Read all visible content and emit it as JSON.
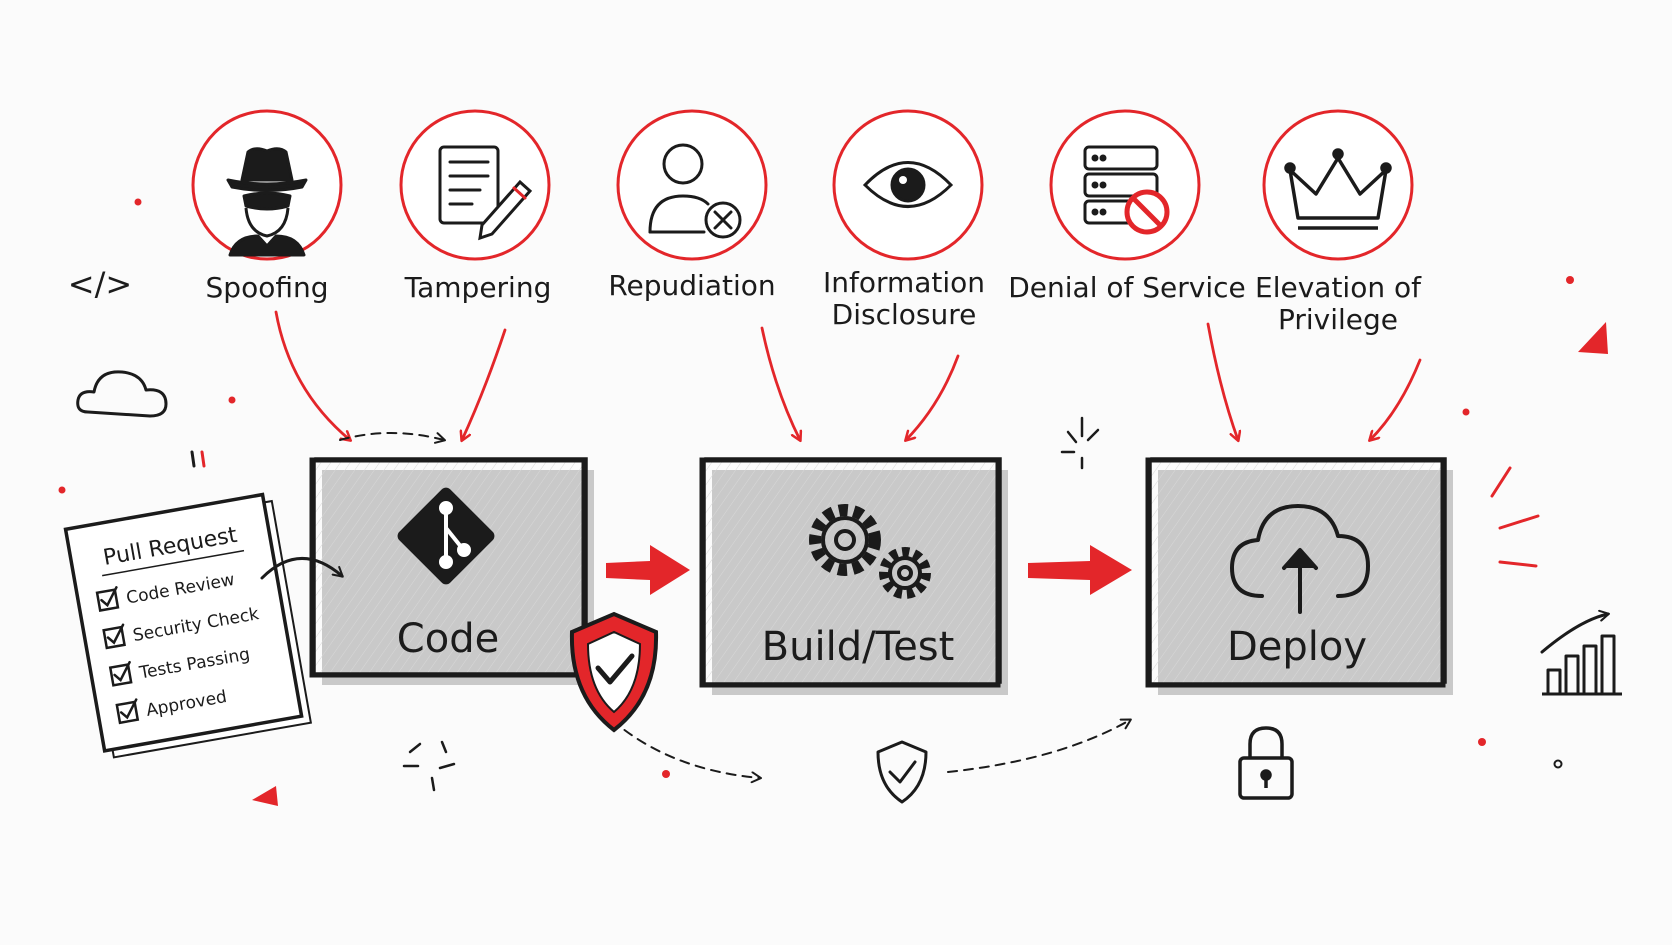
{
  "colors": {
    "accent": "#e3262a",
    "ink": "#1b1b1b",
    "paper": "#fbfbfb"
  },
  "threats": [
    {
      "id": "spoofing",
      "icon": "spy-icon",
      "label_lines": [
        "Spoofing"
      ]
    },
    {
      "id": "tampering",
      "icon": "document-edit-icon",
      "label_lines": [
        "Tampering"
      ]
    },
    {
      "id": "repudiation",
      "icon": "user-denied-icon",
      "label_lines": [
        "Repudiation"
      ]
    },
    {
      "id": "information-disclosure",
      "icon": "eye-icon",
      "label_lines": [
        "Information",
        "Disclosure"
      ]
    },
    {
      "id": "denial-of-service",
      "icon": "server-blocked-icon",
      "label_lines": [
        "Denial of Service"
      ]
    },
    {
      "id": "elevation-of-privilege",
      "icon": "crown-icon",
      "label_lines": [
        "Elevation of",
        "Privilege"
      ]
    }
  ],
  "stages": [
    {
      "id": "code",
      "label": "Code",
      "icon": "git-icon"
    },
    {
      "id": "build-test",
      "label": "Build/Test",
      "icon": "gears-icon"
    },
    {
      "id": "deploy",
      "label": "Deploy",
      "icon": "cloud-upload-icon"
    }
  ],
  "pull_request": {
    "title": "Pull Request",
    "items": [
      "Code Review",
      "Security Check",
      "Tests Passing",
      "Approved"
    ]
  },
  "decorations": {
    "code_tag_icon": "</>"
  }
}
